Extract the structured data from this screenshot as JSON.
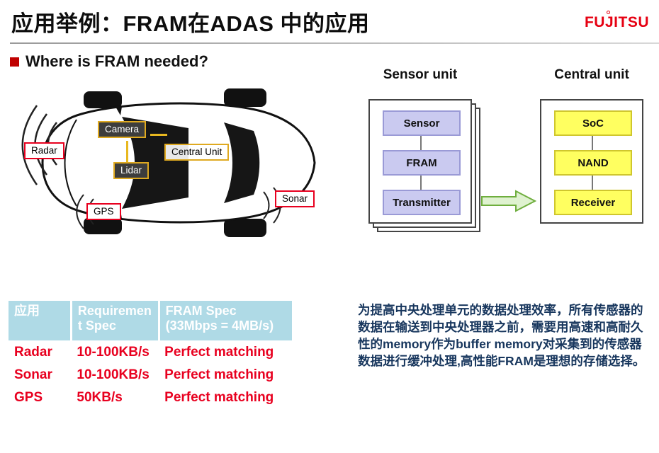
{
  "header": {
    "title": "应用举例：FRAM在ADAS 中的应用",
    "logo": "FUJITSU"
  },
  "section": {
    "heading": "Where is FRAM needed?"
  },
  "car": {
    "labels": {
      "camera": "Camera",
      "radar": "Radar",
      "central_unit": "Central Unit",
      "lidar": "Lidar",
      "gps": "GPS",
      "sonar": "Sonar"
    }
  },
  "sensor_unit": {
    "title": "Sensor unit",
    "boxes": [
      "Sensor",
      "FRAM",
      "Transmitter"
    ]
  },
  "central_unit": {
    "title": "Central unit",
    "boxes": [
      "SoC",
      "NAND",
      "Receiver"
    ]
  },
  "spec_table": {
    "headers": [
      "应用",
      "Requirement Spec",
      "FRAM Spec (33Mbps = 4MB/s)"
    ],
    "rows": [
      [
        "Radar",
        "10-100KB/s",
        "Perfect matching"
      ],
      [
        "Sonar",
        "10-100KB/s",
        "Perfect matching"
      ],
      [
        "GPS",
        "50KB/s",
        "Perfect matching"
      ]
    ]
  },
  "note": {
    "text": "为提高中央处理单元的数据处理效率，所有传感器的数据在输送到中央处理器之前，需要用高速和高耐久性的memory作为buffer memory对采集到的传感器数据进行缓冲处理,高性能FRAM是理想的存储选择。"
  },
  "colors": {
    "brand_red": "#e60012",
    "accent_red": "#e8001f",
    "gold": "#dfa920",
    "table_header_bg": "#afdae6",
    "note_text": "#17365d",
    "lavender_box": "#cacaf0",
    "yellow_box": "#ffff60",
    "arrow_green": "#dff2d0"
  }
}
